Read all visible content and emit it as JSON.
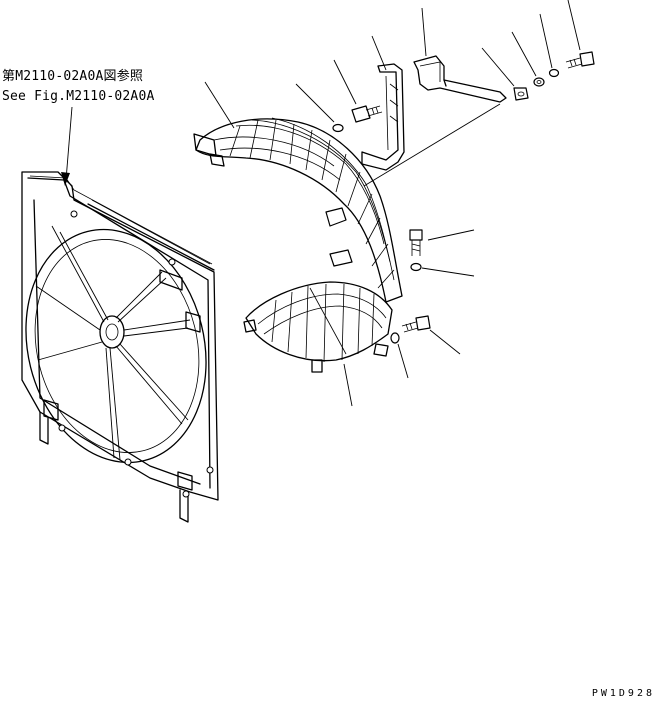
{
  "reference_note": {
    "japanese": "第M2110-02A0A図参照",
    "english": "See Fig.M2110-02A0A"
  },
  "drawing_code": "PW1D928"
}
